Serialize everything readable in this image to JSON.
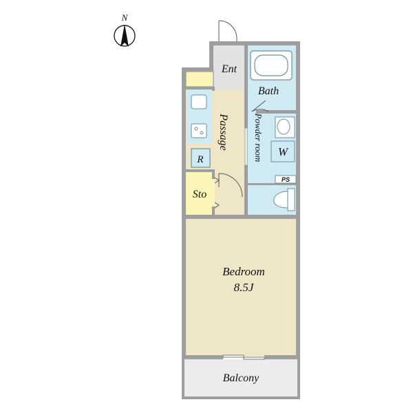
{
  "compass": {
    "label": "N",
    "icon": "north-arrow-icon"
  },
  "rooms": {
    "entrance": "Ent",
    "bath": "Bath",
    "passage": "Passage",
    "powder_room": "Powder room",
    "washer": "W",
    "refrigerator": "R",
    "pipe_space": "PS",
    "storage": "Sto",
    "bedroom": "Bedroom",
    "bedroom_size": "8.5J",
    "balcony": "Balcony"
  },
  "colors": {
    "wall": "#9e9e9e",
    "wet_area": "#cfeaf3",
    "living_floor": "#efe6c8",
    "storage_floor": "#fbf6b8",
    "entrance_floor": "#e2e2e2",
    "balcony_floor": "#ececec",
    "fixture_line": "#6c8f9c"
  }
}
